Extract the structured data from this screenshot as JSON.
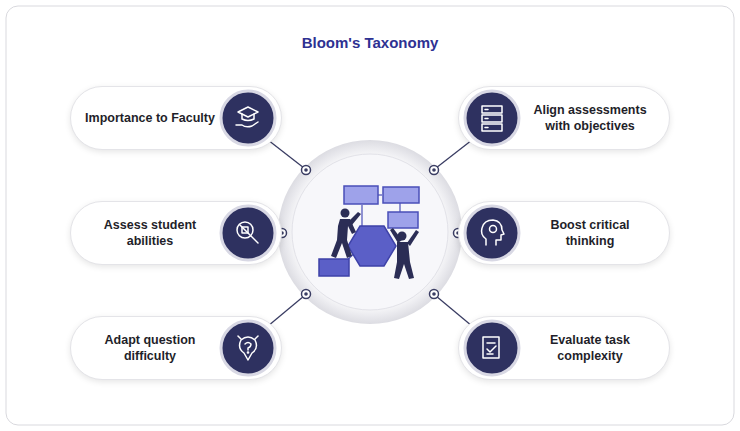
{
  "diagram": {
    "title": "Bloom's Taxonomy",
    "nodes": [
      {
        "text": [
          "Importance to Faculty"
        ]
      },
      {
        "text": [
          "Align assessments with objectives"
        ]
      },
      {
        "text": [
          "Assess student abilities"
        ]
      },
      {
        "text": [
          "Boost critical thinking"
        ]
      },
      {
        "text": [
          "Adapt question difficulty"
        ]
      },
      {
        "text": [
          "Evaluate task complexity"
        ]
      }
    ]
  }
}
